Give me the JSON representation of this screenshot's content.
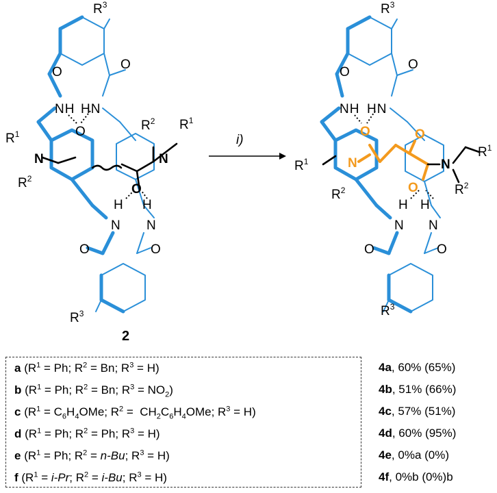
{
  "scheme": {
    "reactant_label": "2",
    "reagent_label": "i)",
    "atoms": {
      "R1": "R",
      "R1_sup": "1",
      "R2": "R",
      "R2_sup": "2",
      "R3": "R",
      "R3_sup": "3",
      "N": "N",
      "H": "H",
      "O": "O"
    }
  },
  "entries": [
    {
      "id": "a",
      "pre": " (R",
      "r1": "Ph",
      "r2": "Bn",
      "r3": "H",
      "product": "4a",
      "yield": ", 60% (65%)"
    },
    {
      "id": "b",
      "pre": " (R",
      "r1": "Ph",
      "r2": "Bn",
      "r3": "NO2",
      "product": "4b",
      "yield": ", 51% (66%)"
    },
    {
      "id": "c",
      "pre": " (R",
      "r1": "C6H4OMe",
      "r2": "CH2C6H4OMe",
      "r3": "H",
      "product": "4c",
      "yield": ", 57% (51%)"
    },
    {
      "id": "d",
      "pre": " (R",
      "r1": "Ph",
      "r2": "Ph",
      "r3": "H",
      "product": "4d",
      "yield": ", 60% (95%)"
    },
    {
      "id": "e",
      "pre": " (R",
      "r1": "Ph",
      "r2": "n-Bu",
      "r3": "H",
      "product": "4e",
      "yield": ", 0%a (0%)"
    },
    {
      "id": "f",
      "pre": " (R",
      "r1": "i-Pr",
      "r2": "i-Bu",
      "r3": "H",
      "product": "4f",
      "yield": ", 0%b (0%)b"
    }
  ],
  "colors": {
    "blue": "#2a8fd8",
    "orange": "#f39a1e",
    "black": "#000000"
  }
}
